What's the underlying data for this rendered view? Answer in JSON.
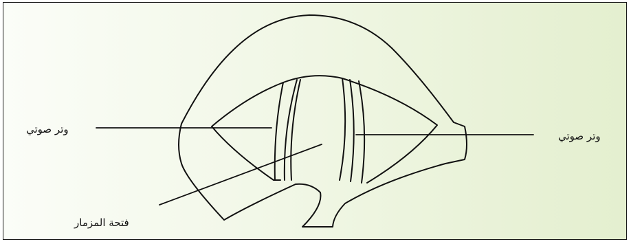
{
  "labels": {
    "vocal_cord_left": "وتر صوتي",
    "vocal_cord_right": "وتر صوتي",
    "glottis": "فتحة المزمار"
  }
}
